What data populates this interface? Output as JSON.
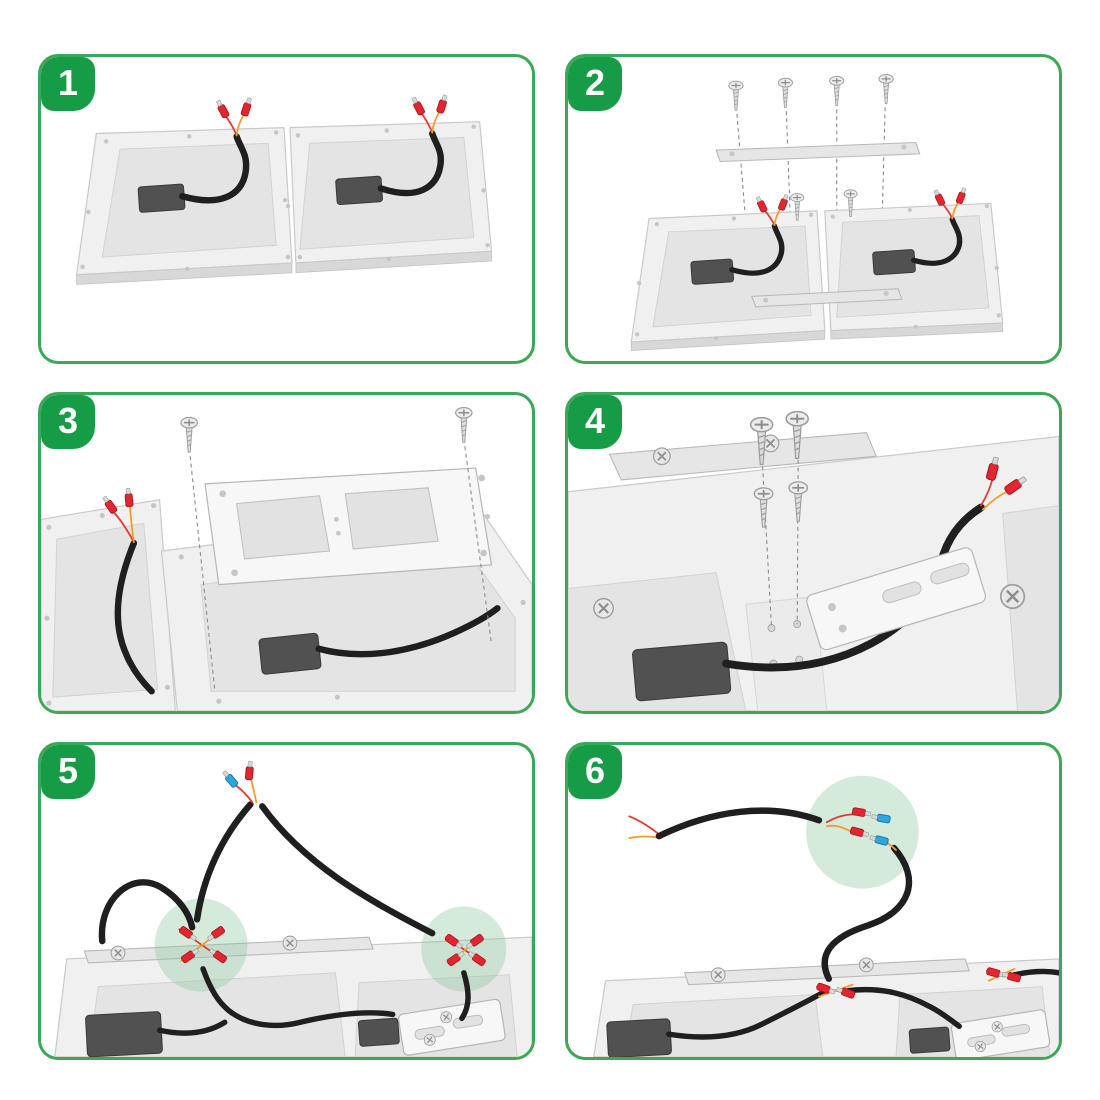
{
  "sheet": {
    "step_count": 6
  },
  "steps": [
    {
      "number": "1"
    },
    {
      "number": "2"
    },
    {
      "number": "3"
    },
    {
      "number": "4"
    },
    {
      "number": "5"
    },
    {
      "number": "6"
    }
  ],
  "colors": {
    "panel_border": "#3aa857",
    "step_badge": "#169c46",
    "connector_red": "#e2262f",
    "connector_blue": "#2ba6df",
    "thin_wire_red": "#e23a33",
    "thin_wire_orange": "#f39c2c",
    "cable_black": "#1f1f1f",
    "metal_light": "#ececec",
    "highlight_green": "#8fc79f"
  }
}
